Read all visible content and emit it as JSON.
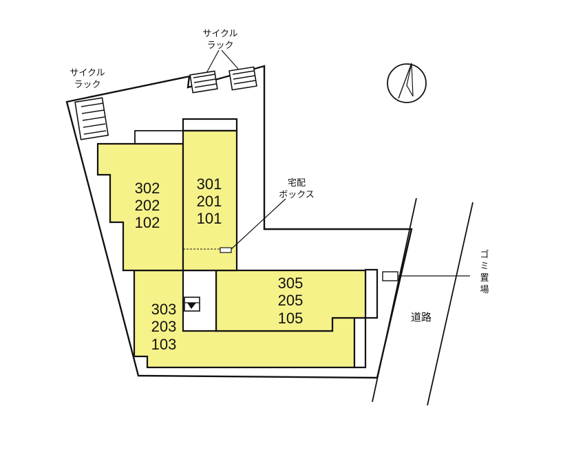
{
  "labels": {
    "cycle_rack_left_line1": "サイクル",
    "cycle_rack_left_line2": "ラック",
    "cycle_rack_top_line1": "サイクル",
    "cycle_rack_top_line2": "ラック",
    "delivery_box_line1": "宅配",
    "delivery_box_line2": "ボックス",
    "garbage_chars": [
      "ゴ",
      "ミ",
      "置",
      "場"
    ],
    "road": "道路"
  },
  "units": {
    "block_left": [
      "302",
      "202",
      "102"
    ],
    "block_center": [
      "301",
      "201",
      "101"
    ],
    "block_right": [
      "305",
      "205",
      "105"
    ],
    "block_bottom": [
      "303",
      "203",
      "103"
    ]
  },
  "colors": {
    "unit_fill": "#f6f28a",
    "line": "#111111",
    "background": "#ffffff"
  },
  "icons": {
    "compass": "north-arrow-icon",
    "stairs": "stairs-down-icon"
  }
}
